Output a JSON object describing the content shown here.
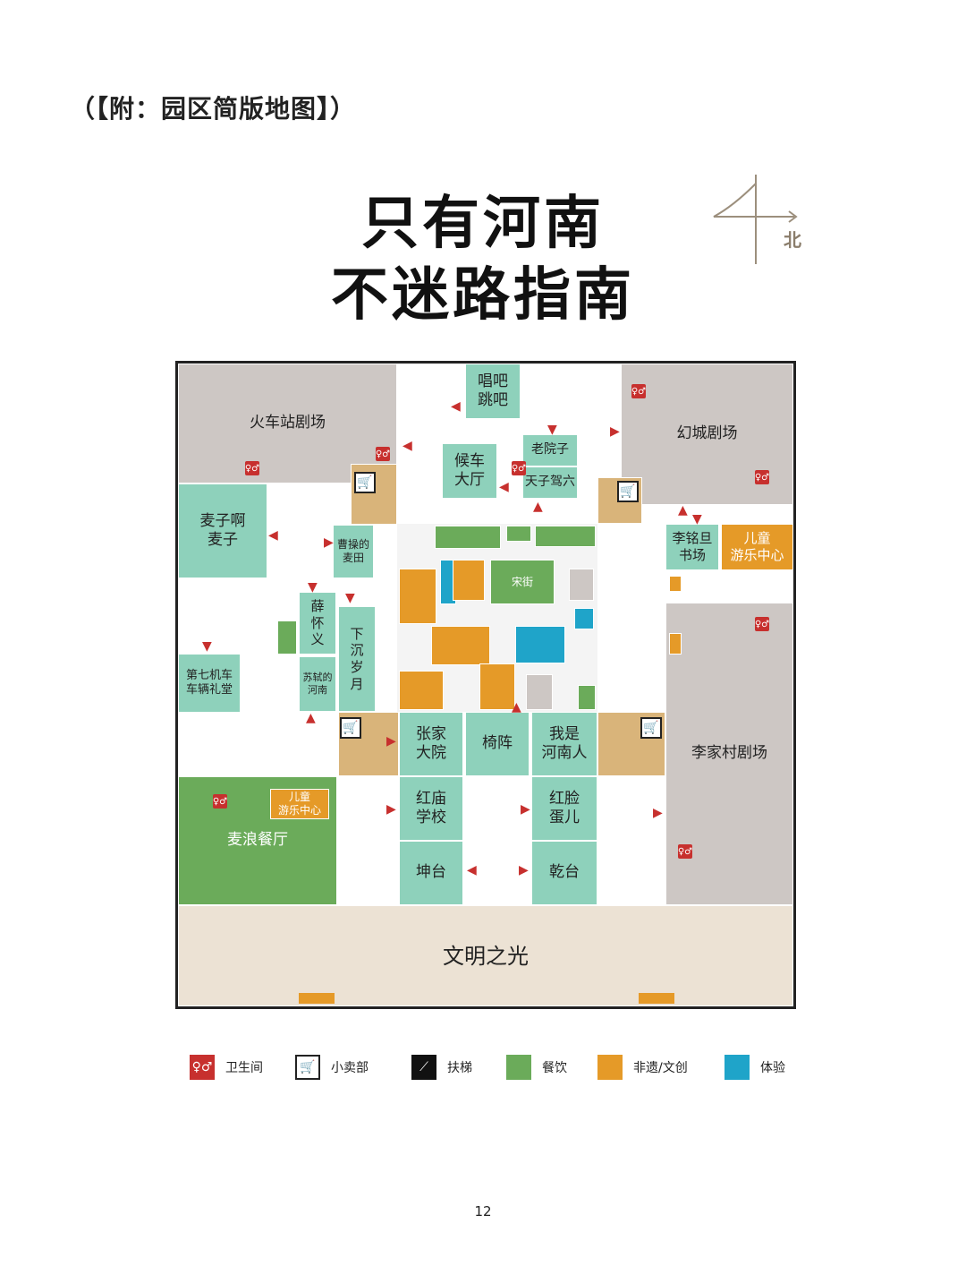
{
  "heading": "（【附：园区简版地图】）",
  "title": {
    "line1": "只有河南",
    "line2": "不迷路指南"
  },
  "compass": {
    "label": "北"
  },
  "areas": {
    "train_theater": "火车站剧场",
    "illusion_theater": "幻城剧场",
    "sing": "唱吧\n跳吧",
    "waiting_hall": "候车\n大厅",
    "old_yard": "老院子",
    "six_horses": "天子驾六",
    "wheat": "麦子啊\n麦子",
    "cao_field": "曹操的\n麦田",
    "li_bookstore": "李铭旦\n书场",
    "kids1": "儿童\n游乐中心",
    "xue": "薛\n怀\n义",
    "sunken": "下\n沉\n岁\n月",
    "su_shi": "苏轼的\n河南",
    "seventh": "第七机车\n车辆礼堂",
    "song_street": "宋街",
    "zhang": "张家\n大院",
    "chair": "椅阵",
    "henanren": "我是\n河南人",
    "li_theater": "李家村剧场",
    "red_school": "红庙\n学校",
    "red_face": "红脸\n蛋儿",
    "kun": "坤台",
    "qian": "乾台",
    "mailang": "麦浪餐厅",
    "kids2": "儿童\n游乐中心",
    "civilization": "文明之光"
  },
  "legend": [
    {
      "icon": "toilet-icon",
      "label": "卫生间",
      "color": "#c7302e"
    },
    {
      "icon": "shop-icon",
      "label": "小卖部",
      "color": "#ffffff"
    },
    {
      "icon": "escalator-icon",
      "label": "扶梯",
      "color": "#111111"
    },
    {
      "icon": "food-swatch",
      "label": "餐饮",
      "color": "#6bab5a"
    },
    {
      "icon": "heritage-swatch",
      "label": "非遗/文创",
      "color": "#e59a28"
    },
    {
      "icon": "experience-swatch",
      "label": "体验",
      "color": "#1fa4c9"
    }
  ],
  "page_number": "12"
}
